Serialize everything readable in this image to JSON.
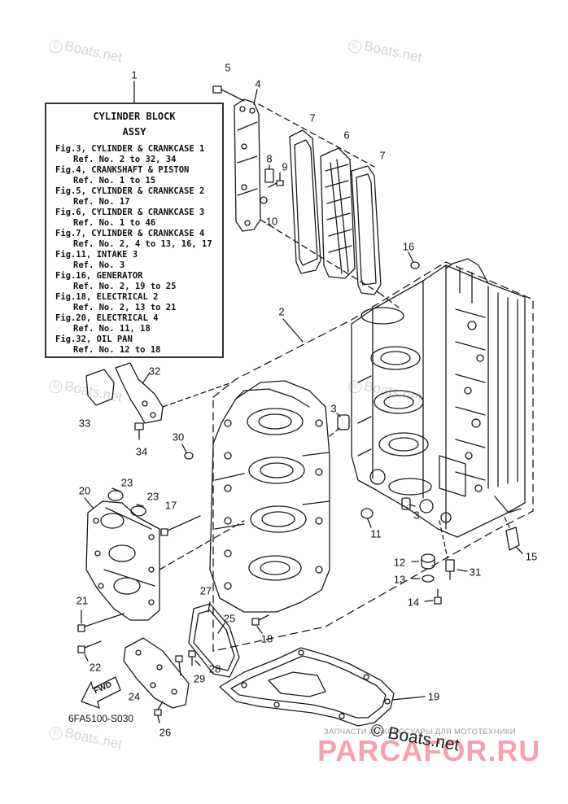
{
  "legend": {
    "title_line1": "CYLINDER BLOCK",
    "title_line2": "ASSY",
    "lines": [
      {
        "text": "Fig.3, CYLINDER & CRANKCASE 1",
        "sub": false
      },
      {
        "text": "Ref. No. 2 to 32, 34",
        "sub": true
      },
      {
        "text": "Fig.4, CRANKSHAFT & PISTON",
        "sub": false
      },
      {
        "text": "Ref. No. 1 to 15",
        "sub": true
      },
      {
        "text": "Fig.5, CYLINDER & CRANKCASE 2",
        "sub": false
      },
      {
        "text": "Ref. No. 17",
        "sub": true
      },
      {
        "text": "Fig.6, CYLINDER & CRANKCASE 3",
        "sub": false
      },
      {
        "text": "Ref. No. 1 to 46",
        "sub": true
      },
      {
        "text": "Fig.7, CYLINDER & CRANKCASE 4",
        "sub": false
      },
      {
        "text": "Ref. No. 2, 4 to 13, 16, 17",
        "sub": true
      },
      {
        "text": "Fig.11, INTAKE 3",
        "sub": false
      },
      {
        "text": "Ref. No. 3",
        "sub": true
      },
      {
        "text": "Fig.16, GENERATOR",
        "sub": false
      },
      {
        "text": "Ref. No. 2, 19 to 25",
        "sub": true
      },
      {
        "text": "Fig.18, ELECTRICAL 2",
        "sub": false
      },
      {
        "text": "Ref. No. 2, 13 to 21",
        "sub": true
      },
      {
        "text": "Fig.20, ELECTRICAL 4",
        "sub": false
      },
      {
        "text": "Ref. No. 11, 18",
        "sub": true
      },
      {
        "text": "Fig.32, OIL PAN",
        "sub": false
      },
      {
        "text": "Ref. No. 12 to 18",
        "sub": true
      }
    ]
  },
  "callouts": {
    "c1": "1",
    "c2": "2",
    "c3a": "3",
    "c3b": "3",
    "c4": "4",
    "c5": "5",
    "c6": "6",
    "c7a": "7",
    "c7b": "7",
    "c8": "8",
    "c9": "9",
    "c10": "10",
    "c11": "11",
    "c12": "12",
    "c13": "13",
    "c14": "14",
    "c15": "15",
    "c16": "16",
    "c17": "17",
    "c18": "18",
    "c19": "19",
    "c20": "20",
    "c21": "21",
    "c22": "22",
    "c23a": "23",
    "c23b": "23",
    "c24": "24",
    "c25": "25",
    "c26": "26",
    "c27": "27",
    "c28": "28",
    "c29": "29",
    "c30": "30",
    "c31": "31",
    "c32": "32",
    "c33": "33",
    "c34": "34"
  },
  "fwd_label": "FWD",
  "drawing_code": "6FA5100-S030",
  "watermark_text": "Boats.net",
  "watermark_symbol": "©",
  "banner_text": "ЗАПЧАСТИ И АКСЕССУАРЫ ДЛЯ МОТОТЕХНИКИ",
  "brand_text": "PARCAFOR.RU",
  "brand_overlay": "© Boats.net",
  "colors": {
    "line": "#1a1a1a",
    "brand": "#e8304e",
    "watermark": "#d6d6d6"
  }
}
